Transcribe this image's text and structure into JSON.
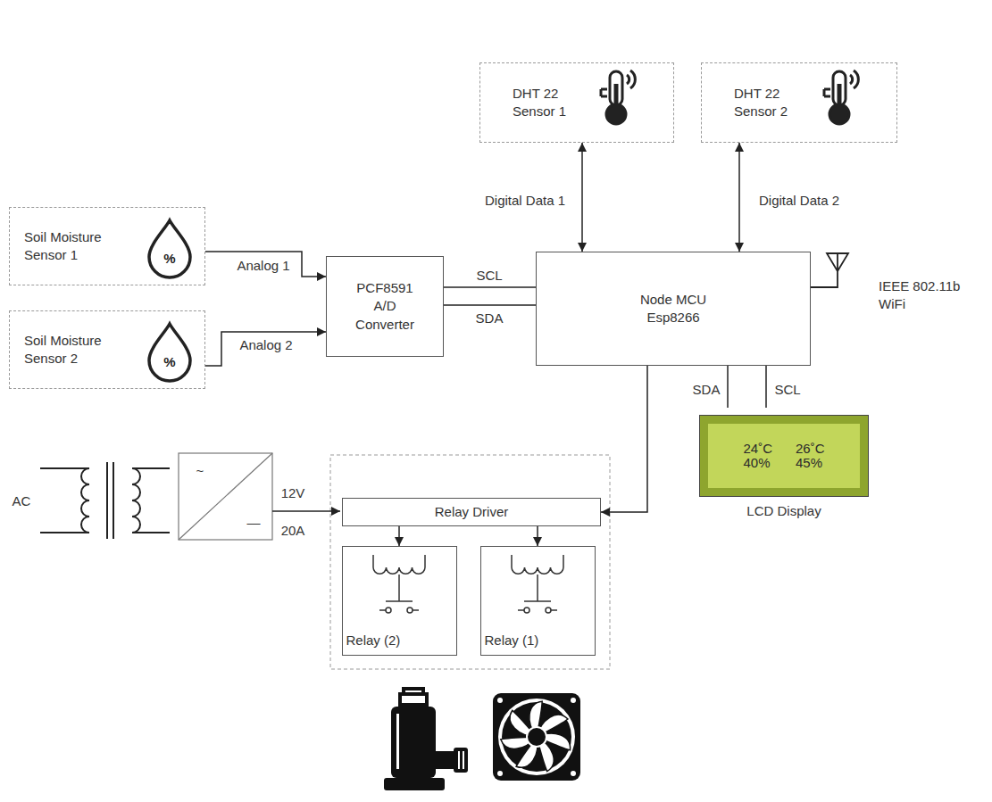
{
  "diagram": {
    "nodes": [
      {
        "text": [
          "Soil Moisture Sensor 1"
        ]
      },
      {
        "text": [
          "Soil Moisture Sensor 2"
        ]
      },
      {
        "text": [
          "PCF8591 A/D Converter"
        ]
      },
      {
        "text": [
          "DHT 22 Sensor 1"
        ]
      },
      {
        "text": [
          "DHT 22 Sensor 2"
        ]
      },
      {
        "text": [
          "Node MCU Esp8266"
        ]
      },
      {
        "text": [
          "Relay Driver"
        ]
      },
      {
        "text": [
          "Relay (2)"
        ]
      },
      {
        "text": [
          "Relay (1)"
        ]
      },
      {
        "text": [
          "24˚C",
          "26˚C",
          "40%",
          "45%",
          "LCD Display"
        ]
      }
    ],
    "edges": [
      {
        "from": 0,
        "to": 2,
        "label": "Analog 1",
        "arrow": "to"
      },
      {
        "from": 1,
        "to": 2,
        "label": "Analog 2",
        "arrow": "to"
      },
      {
        "from": 3,
        "to": 5,
        "label": "Digital Data 1",
        "arrow": "both"
      },
      {
        "from": 4,
        "to": 5,
        "label": "Digital Data 2",
        "arrow": "both"
      },
      {
        "from": 2,
        "to": 5,
        "label": "SCL",
        "arrow": "none"
      },
      {
        "from": 2,
        "to": 5,
        "label": "SDA",
        "arrow": "none"
      },
      {
        "from": 5,
        "to": 6,
        "arrow": "to"
      },
      {
        "from": 5,
        "to": 9,
        "label": "SDA",
        "arrow": "none"
      },
      {
        "from": 5,
        "to": 9,
        "label": "SCL",
        "arrow": "none"
      },
      {
        "from": 6,
        "to": 7,
        "arrow": "to"
      },
      {
        "from": 6,
        "to": 8,
        "arrow": "to"
      }
    ],
    "labels": [
      "%",
      "%",
      "IEEE 802.11b WiFi",
      "AC",
      "~",
      "—",
      "12V",
      "20A"
    ]
  }
}
